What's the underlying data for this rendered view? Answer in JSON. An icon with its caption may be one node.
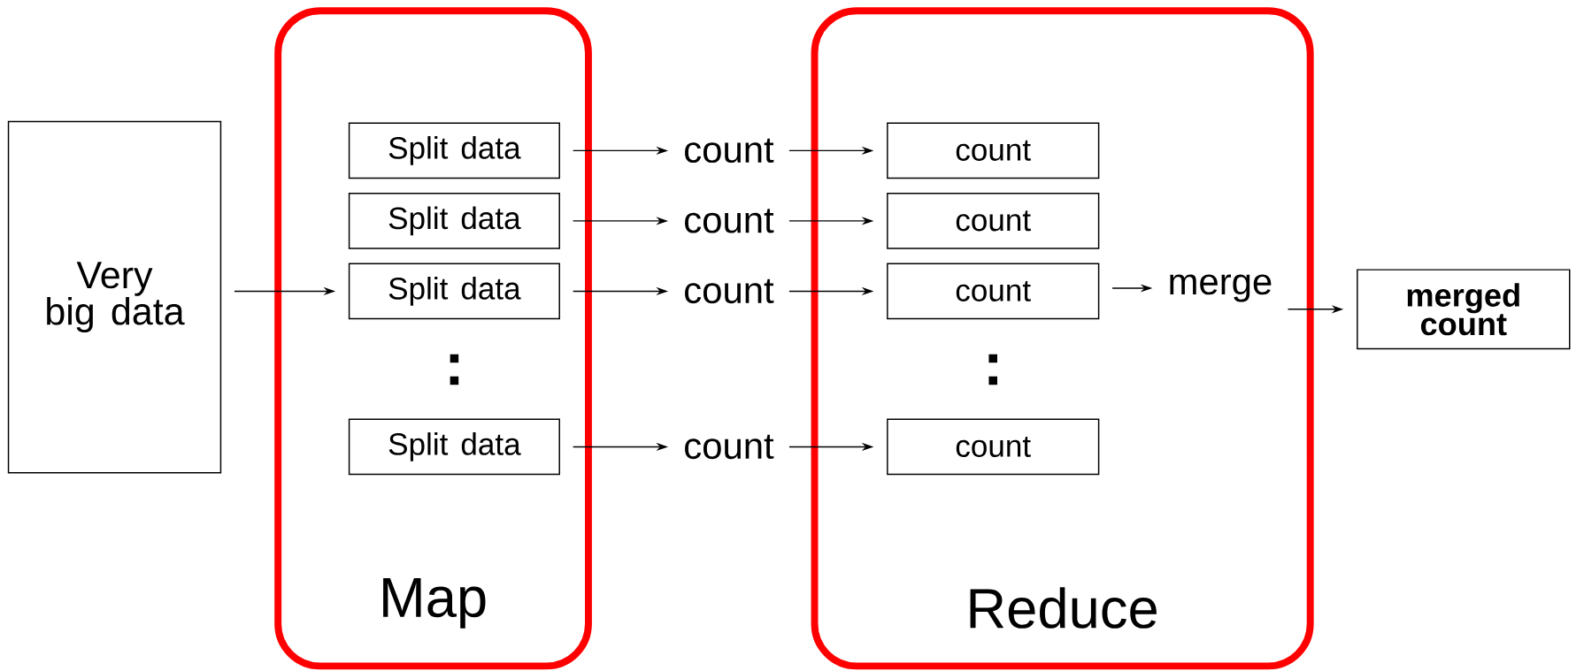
{
  "diagram": {
    "nodes": [
      {
        "text": [
          "Very big data"
        ]
      },
      {
        "text": [
          "Map"
        ]
      },
      {
        "text": [
          "Split data"
        ],
        "in": 1
      },
      {
        "text": [
          "Split data"
        ],
        "in": 1
      },
      {
        "text": [
          "Split data"
        ],
        "in": 1
      },
      {
        "text": [
          "Split data"
        ],
        "in": 1
      },
      {
        "text": [
          "count"
        ]
      },
      {
        "text": [
          "count"
        ]
      },
      {
        "text": [
          "count"
        ]
      },
      {
        "text": [
          "count"
        ]
      },
      {
        "text": [
          "Reduce"
        ]
      },
      {
        "text": [
          "count"
        ],
        "in": 10
      },
      {
        "text": [
          "count"
        ],
        "in": 10
      },
      {
        "text": [
          "count"
        ],
        "in": 10
      },
      {
        "text": [
          "count"
        ],
        "in": 10
      },
      {
        "text": [
          "merge"
        ],
        "in": 10
      },
      {
        "text": [
          "merged count"
        ]
      }
    ],
    "edges": [
      {
        "from": 0,
        "to": 4,
        "arrow": "to"
      },
      {
        "from": 2,
        "to": 6,
        "arrow": "to"
      },
      {
        "from": 3,
        "to": 7,
        "arrow": "to"
      },
      {
        "from": 4,
        "to": 8,
        "arrow": "to"
      },
      {
        "from": 5,
        "to": 9,
        "arrow": "to"
      },
      {
        "from": 6,
        "to": 11,
        "arrow": "to"
      },
      {
        "from": 7,
        "to": 12,
        "arrow": "to"
      },
      {
        "from": 8,
        "to": 13,
        "arrow": "to"
      },
      {
        "from": 9,
        "to": 14,
        "arrow": "to"
      },
      {
        "from": 13,
        "to": 15,
        "arrow": "to"
      },
      {
        "from": 15,
        "to": 16,
        "arrow": "to"
      }
    ],
    "labels": [
      ":",
      ":"
    ]
  }
}
